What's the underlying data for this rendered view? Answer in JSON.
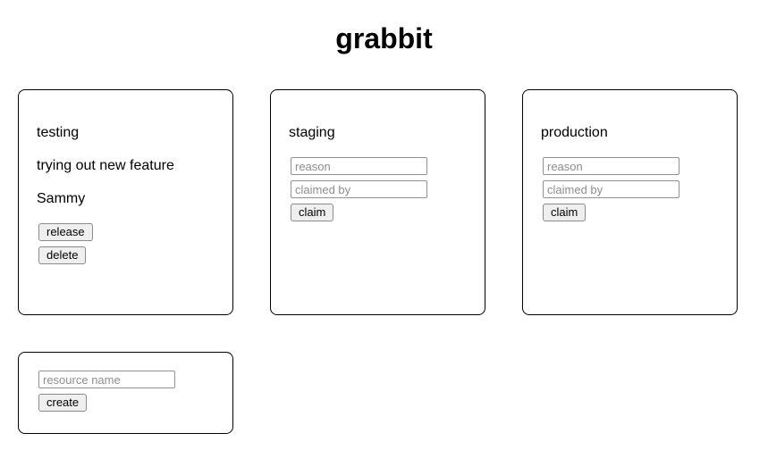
{
  "title": "grabbit",
  "resources": [
    {
      "name": "testing",
      "state": "claimed",
      "reason": "trying out new feature",
      "claimed_by": "Sammy",
      "release_label": "release",
      "delete_label": "delete"
    },
    {
      "name": "staging",
      "state": "available",
      "reason_placeholder": "reason",
      "claimed_by_placeholder": "claimed by",
      "claim_label": "claim"
    },
    {
      "name": "production",
      "state": "available",
      "reason_placeholder": "reason",
      "claimed_by_placeholder": "claimed by",
      "claim_label": "claim"
    }
  ],
  "create_form": {
    "name_placeholder": "resource name",
    "create_label": "create"
  },
  "colors": {
    "card_border": "#000000",
    "button_background": "#efefef",
    "input_border": "#919191",
    "placeholder_text": "#8e8e8e"
  }
}
